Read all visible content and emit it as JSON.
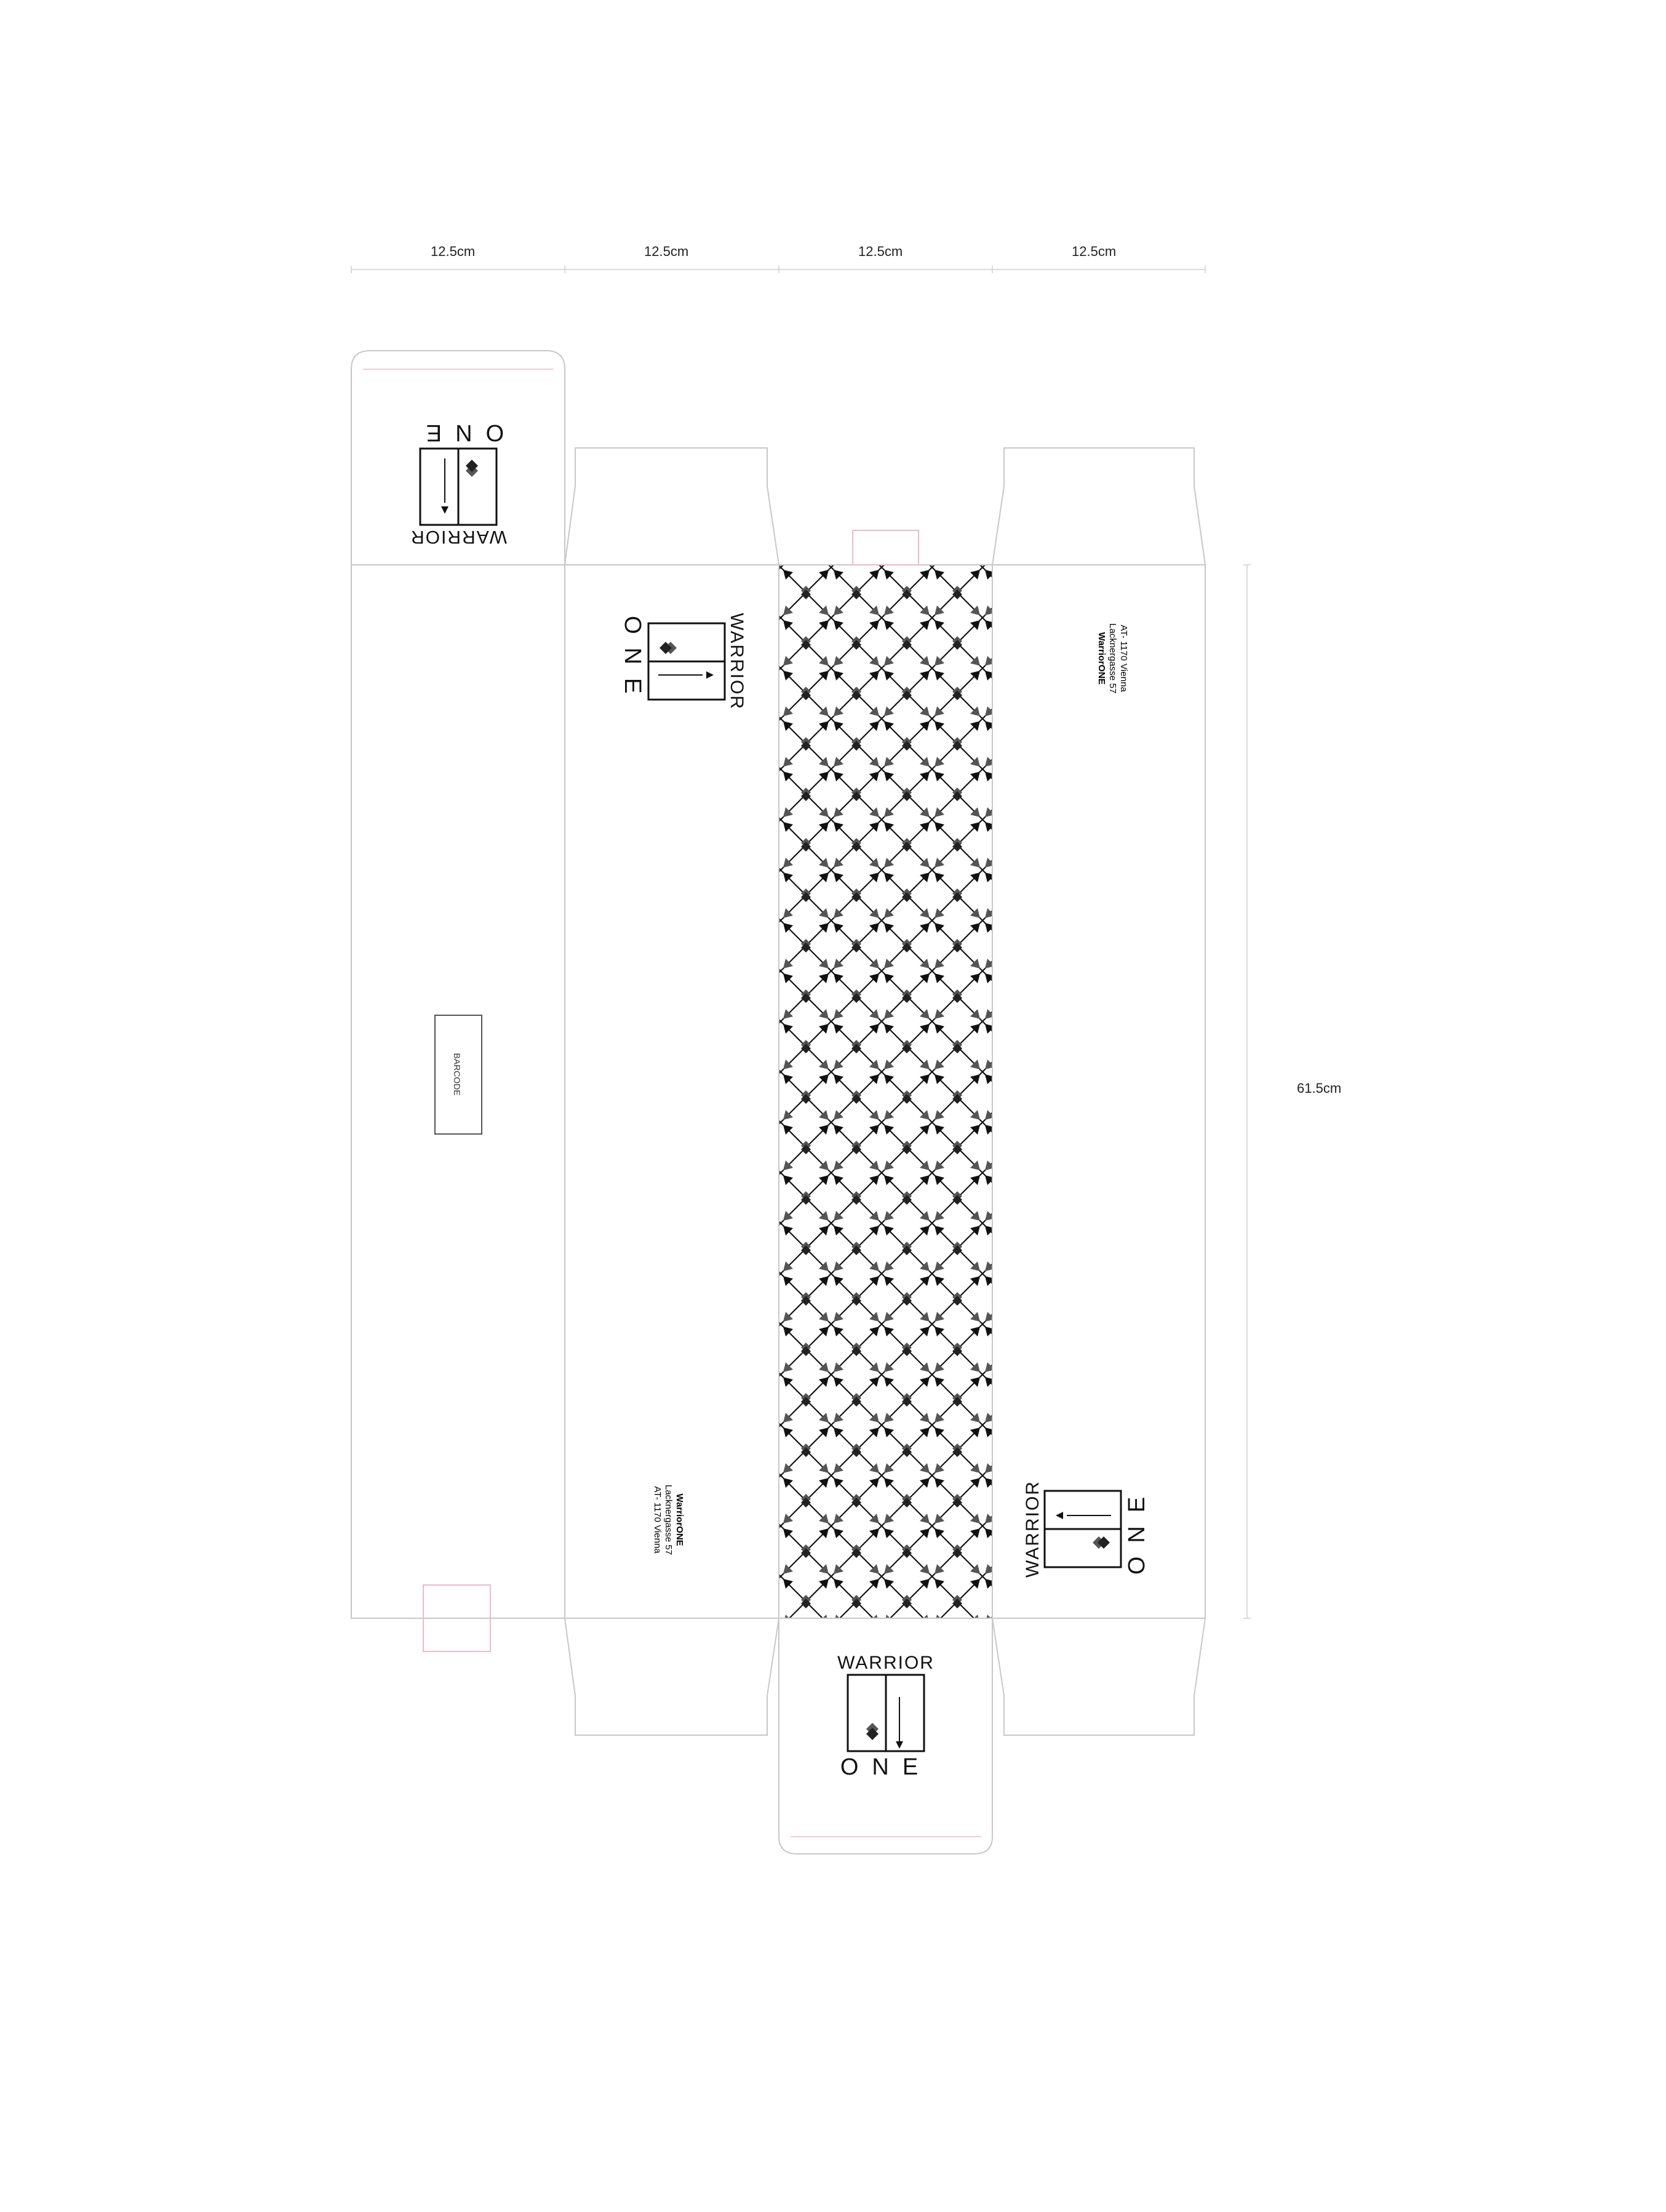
{
  "dimensions": {
    "panel_widths": [
      "12.5cm",
      "12.5cm",
      "12.5cm",
      "12.5cm"
    ],
    "height": "61.5cm"
  },
  "brand": {
    "top_word": "WARRIOR",
    "bottom_word": "ONE"
  },
  "address": {
    "name": "WarriorONE",
    "street": "Lacknergasse 57",
    "city": "AT- 1170 Vienna"
  },
  "barcode_label": "BARCODE",
  "colors": {
    "line": "#c8c8c8",
    "ink": "#111111",
    "arrow_fletch": "#555555",
    "guide_pink": "#f0b8c8"
  }
}
